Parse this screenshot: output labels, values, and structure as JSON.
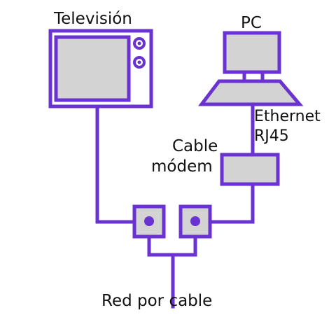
{
  "labels": {
    "tv": "Televisión",
    "pc": "PC",
    "ethernet": "Ethernet",
    "rj45": "RJ45",
    "modem_line1": "Cable",
    "modem_line2": "módem",
    "network": "Red por cable"
  },
  "colors": {
    "stroke": "#6a32d0",
    "fill": "#d3d3d3",
    "background": "#ffffff",
    "text": "#111111"
  }
}
